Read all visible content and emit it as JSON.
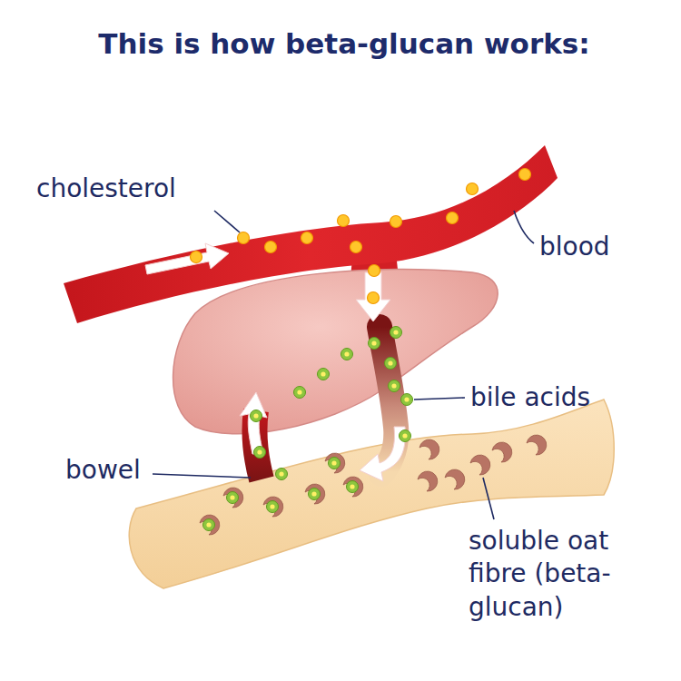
{
  "diagram": {
    "title": "This is how beta-glucan works:",
    "labels": [
      "cholesterol",
      "blood",
      "bile acids",
      "bowel",
      "soluble oat fibre (beta-glucan)"
    ]
  }
}
